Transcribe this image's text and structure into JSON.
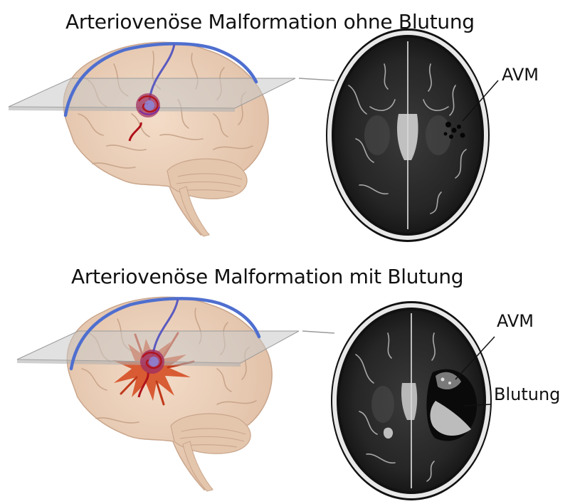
{
  "panels": {
    "top": {
      "title": "Arteriovenöse Malformation ohne Blutung",
      "labels": [
        "AVM"
      ]
    },
    "bottom": {
      "title": "Arteriovenöse Malformation mit Blutung",
      "labels": [
        "AVM",
        "Blutung"
      ]
    }
  },
  "colors": {
    "brain": "#ecd2bb",
    "brain_sulcus": "#c9a68c",
    "vein": "#4f6fcf",
    "artery": "#b0121a",
    "plane": "#c8c8c8",
    "mri_dark": "#0e0e0e",
    "hemorrhage": "#d4451a"
  }
}
